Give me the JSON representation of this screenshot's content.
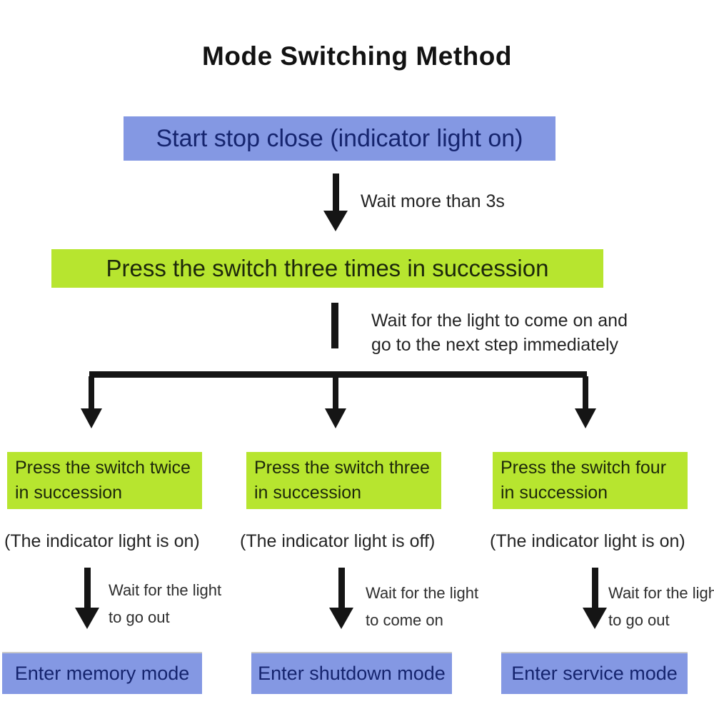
{
  "title": "Mode Switching Method",
  "colors": {
    "box_blue": "#8498e3",
    "box_green": "#b7e52f",
    "blue_text": "#15246e",
    "green_text": "#1c270b",
    "arrow": "#151515"
  },
  "flow": {
    "start_box": "Start stop close (indicator light on)",
    "wait_first": "Wait more than 3s",
    "step2_box": "Press the switch three times in succession",
    "wait_second_line1": "Wait for the light to come on and",
    "wait_second_line2": "go to the next step immediately",
    "branches": [
      {
        "box_line1": "Press the switch twice",
        "box_line2": "in succession",
        "note": "(The indicator light is on)",
        "wait_line1": "Wait for the light",
        "wait_line2": "to go out",
        "result": "Enter memory mode"
      },
      {
        "box_line1": "Press the switch three",
        "box_line2": "in succession",
        "note": "(The indicator light is off)",
        "wait_line1": "Wait for the light",
        "wait_line2": "to come on",
        "result": "Enter shutdown mode"
      },
      {
        "box_line1": "Press the switch four",
        "box_line2": "in succession",
        "note": "(The indicator light is on)",
        "wait_line1": "Wait for the light",
        "wait_line2": "to go out",
        "result": "Enter service mode"
      }
    ]
  }
}
